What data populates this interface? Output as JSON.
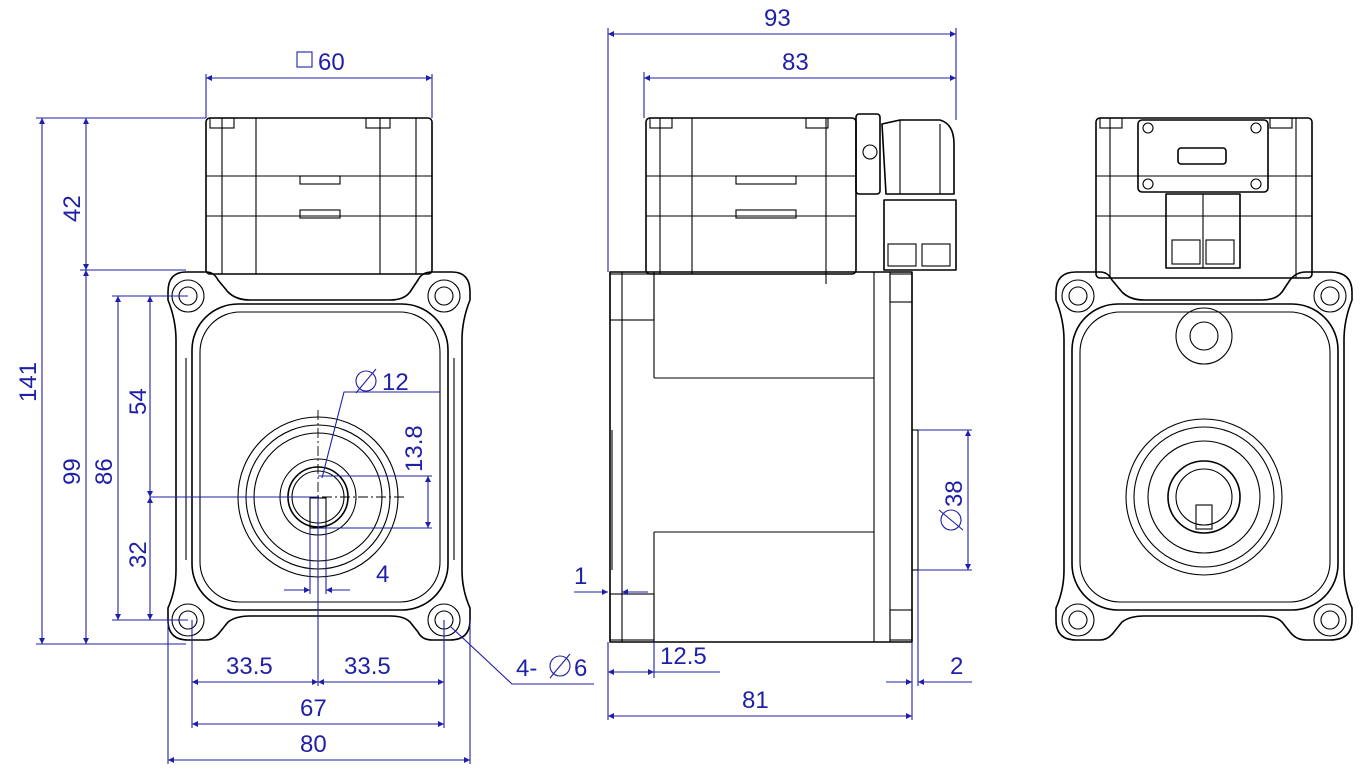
{
  "dimensions": {
    "flange_square": "60",
    "overall_height": "141",
    "upper_height": "42",
    "flange_height_99": "99",
    "hole_pitch_86": "86",
    "shaft_above_54": "54",
    "shaft_below_32": "32",
    "shaft_dia": "12",
    "shaft_key_13_8": "13.8",
    "key_width": "4",
    "half_pitch_left": "33.5",
    "half_pitch_right": "33.5",
    "hole_pitch_67": "67",
    "flange_width_80": "80",
    "mount_holes": "4-",
    "mount_hole_dia": "6",
    "total_length_93": "93",
    "body_length_83": "83",
    "flange_thickness_1": "1",
    "pilot_depth_12_5": "12.5",
    "shaft_len_81": "81",
    "pilot_height_2": "2",
    "pilot_dia": "38"
  },
  "colors": {
    "dimension": "#1f1fa8",
    "outline": "#000000"
  }
}
